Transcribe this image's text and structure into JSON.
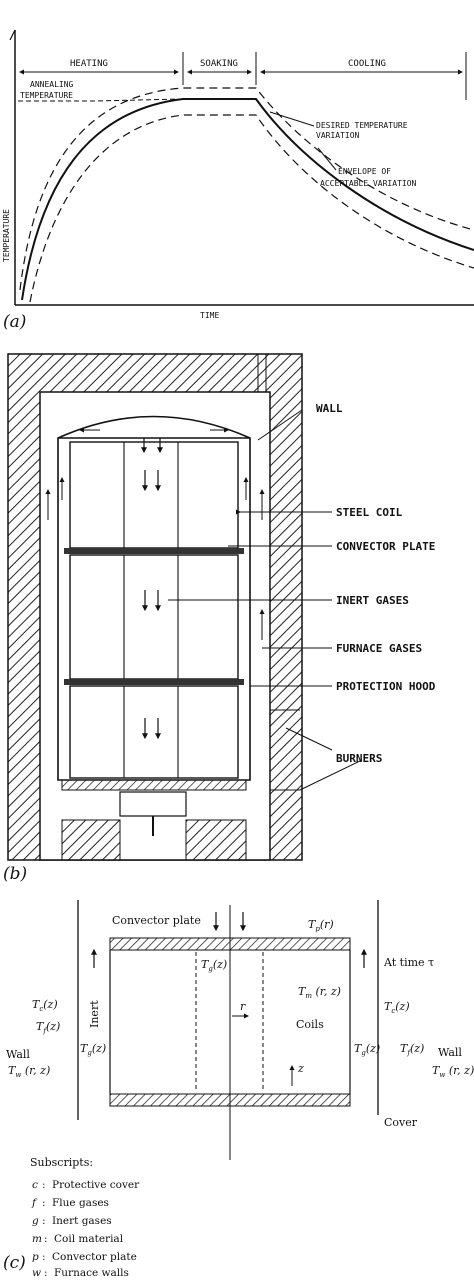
{
  "panel_a": {
    "tag": "(a)",
    "phases": [
      "HEATING",
      "SOAKING",
      "COOLING"
    ],
    "annealing_label": [
      "ANNEALING",
      "TEMPERATURE"
    ],
    "desired_label": [
      "DESIRED TEMPERATURE",
      "VARIATION"
    ],
    "envelope_label": [
      "ENVELOPE OF",
      "ACCEPTABLE VARIATION"
    ],
    "y_axis": "TEMPERATURE",
    "x_axis": "TIME"
  },
  "panel_b": {
    "tag": "(b)",
    "callouts": [
      "WALL",
      "STEEL COIL",
      "CONVECTOR PLATE",
      "INERT GASES",
      "FURNACE GASES",
      "PROTECTION HOOD",
      "BURNERS"
    ]
  },
  "panel_c": {
    "tag": "(c)",
    "convector_plate": "Convector plate",
    "inert": "Inert",
    "coils": "Coils",
    "at_time": "At time τ",
    "cover": "Cover",
    "wall": "Wall",
    "r": "r",
    "z": "z",
    "subscripts_title": "Subscripts:",
    "subscripts": [
      {
        "key": "c",
        "desc": "Protective cover"
      },
      {
        "key": "f",
        "desc": "Flue gases"
      },
      {
        "key": "g",
        "desc": "Inert gases"
      },
      {
        "key": "m",
        "desc": "Coil material"
      },
      {
        "key": "p",
        "desc": "Convector plate"
      },
      {
        "key": "w",
        "desc": "Furnace walls"
      }
    ]
  }
}
